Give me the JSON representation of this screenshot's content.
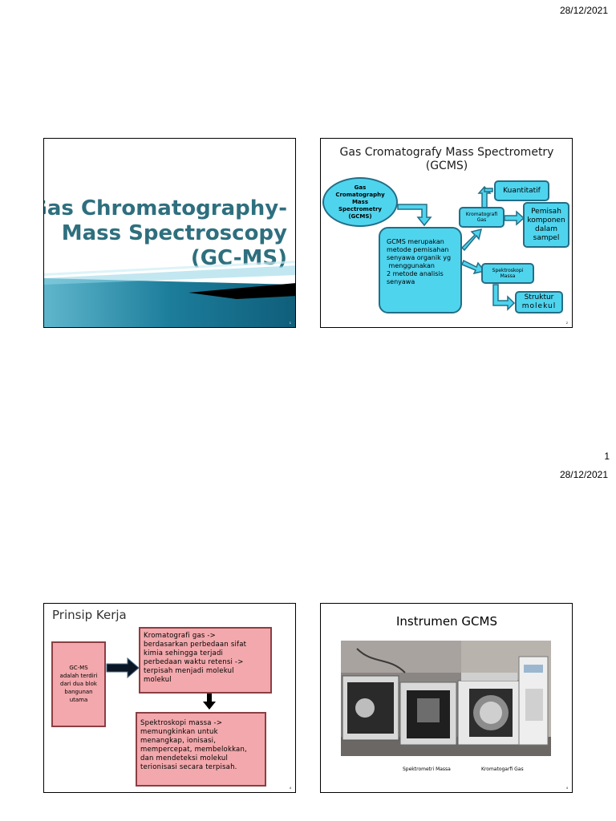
{
  "page1": {
    "date": "28/12/2021",
    "page_number": "1"
  },
  "page2": {
    "date": "28/12/2021"
  },
  "slide1": {
    "title_lines": [
      "Gas Chromatography-",
      "Mass Spectroscopy",
      "(GC-MS)"
    ],
    "number": "1"
  },
  "slide2": {
    "title_line1": "Gas Cromatografy Mass Spectrometry",
    "title_line2": "(GCMS)",
    "ellipse_lines": [
      "Gas",
      "Cromatography",
      "Mass",
      "Spectrometry",
      "(GCMS)"
    ],
    "big_box_lines": [
      "GCMS merupakan",
      "metode pemisahan",
      "senyawa organik yg",
      " menggunakan",
      "2 metode analisis",
      "senyawa"
    ],
    "kromatografi_lines": [
      "Kromatografi",
      "Gas"
    ],
    "kuantitatif": "Kuantitatif",
    "pemisah_lines": [
      "Pemisah",
      "komponen",
      "dalam",
      "sampel"
    ],
    "spektroskopi_lines": [
      "Spektroskopi",
      "Massa"
    ],
    "struktur_lines": [
      "Struktur",
      "molekul"
    ],
    "number": "2"
  },
  "slide3": {
    "title": "Prinsip Kerja",
    "left_box_lines": [
      "GC-MS",
      "adalah terdiri",
      "dari dua blok",
      "bangunan",
      "utama"
    ],
    "top_box_lines": [
      "Kromatografi gas ->",
      "berdasarkan perbedaan sifat",
      "kimia sehingga terjadi",
      "perbedaan waktu retensi ->",
      "terpisah menjadi molekul",
      "molekul"
    ],
    "bottom_box_lines": [
      "Spektroskopi massa ->",
      "memungkinkan untuk",
      "menangkap, ionisasi,",
      "mempercepat, membelokkan,",
      "dan mendeteksi molekul",
      "terionisasi secara terpisah."
    ],
    "number": "4"
  },
  "slide4": {
    "title": "Instrumen GCMS",
    "caption_left": "Spektrometri Massa",
    "caption_right": "Kromatogarfi Gas",
    "number": "4"
  }
}
